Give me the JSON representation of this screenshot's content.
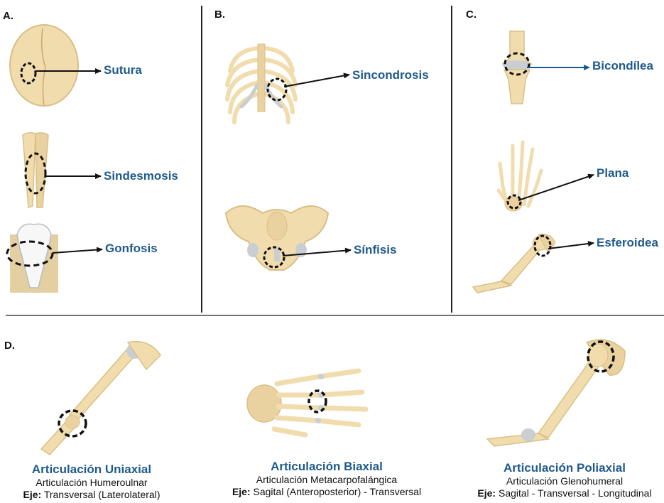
{
  "panels": {
    "a": "A.",
    "b": "B.",
    "c": "C.",
    "d": "D."
  },
  "labels": {
    "sutura": "Sutura",
    "sindesmosis": "Sindesmosis",
    "gonfosis": "Gonfosis",
    "sincondrosis": "Sincondrosis",
    "sinfisis": "Sínfisis",
    "bicondilea": "Bicondílea",
    "plana": "Plana",
    "esferoidea": "Esferoidea"
  },
  "captions": {
    "uniaxial": {
      "title": "Articulación Uniaxial",
      "subtitle": "Articulación Humeroulnar",
      "axis_key": "Eje:",
      "axis_value": " Transversal (Laterolateral)"
    },
    "biaxial": {
      "title": "Articulación Biaxial",
      "subtitle": "Articulación Metacarpofalángica",
      "axis_key": "Eje:",
      "axis_value": "  Sagital (Anteroposterior) - Transversal"
    },
    "poliaxial": {
      "title": "Articulación Poliaxial",
      "subtitle": "Articulación Glenohumeral",
      "axis_key": "Eje:",
      "axis_value": " Sagital - Transversal - Longitudinal"
    }
  },
  "colors": {
    "bone": "#f1dcae",
    "bone_dark": "#d9bf86",
    "cartilage": "#c9ced3",
    "label": "#1f5a8c",
    "divider": "#222222",
    "socket": "#e3cfa2"
  }
}
